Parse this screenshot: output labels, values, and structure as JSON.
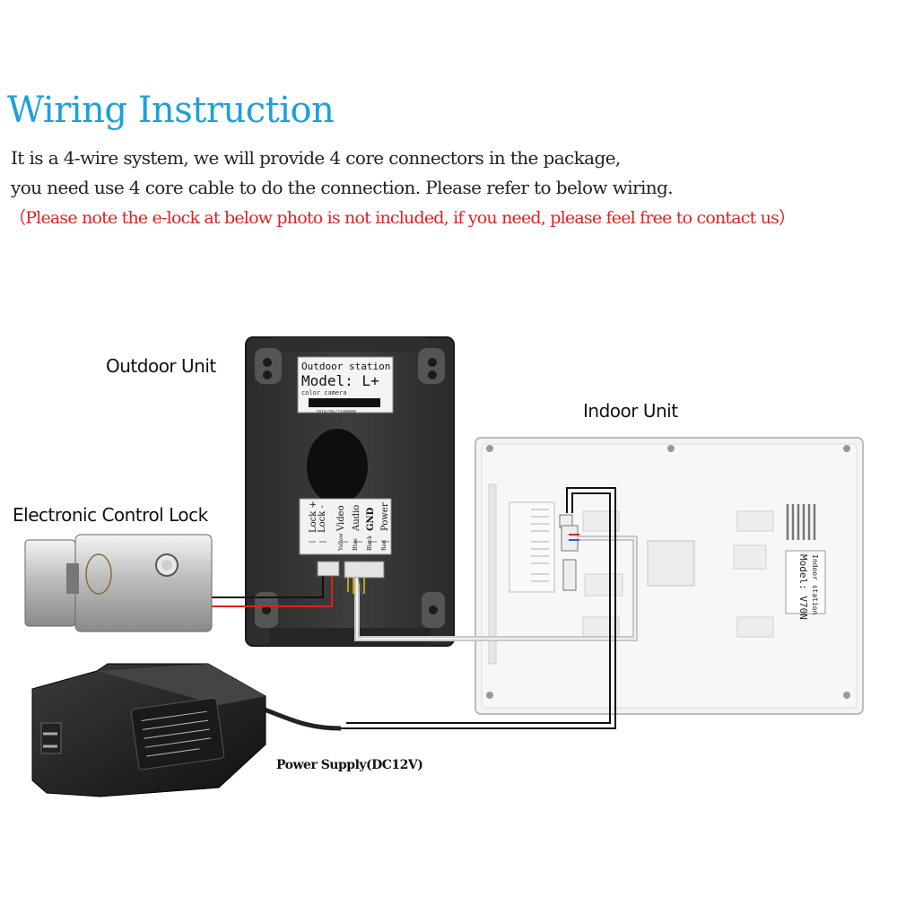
{
  "title": "Wiring Instruction",
  "intro_line1": "It is a 4-wire system, we will provide 4 core connectors in the package,",
  "intro_line2": "you need use 4 core cable to do the connection. Please refer to below wiring.",
  "note": "（Please note the e-lock at below photo is not included, if you need, please feel free to contact us）",
  "labels": {
    "outdoor_unit": "Outdoor Unit",
    "indoor_unit": "Indoor Unit",
    "lock": "Electronic Control Lock",
    "power_supply": "Power Supply(DC12V)"
  },
  "outdoor_sticker": {
    "line1": "Outdoor station",
    "line2": "Model: L+",
    "line3": "color camera",
    "serial": "2018/09/2100806"
  },
  "outdoor_terminals": [
    "Lock +",
    "Lock -",
    "Video",
    "Audio",
    "GND",
    "Power"
  ],
  "outdoor_wire_colors": [
    "Yellow",
    "Blue",
    "Black",
    "Red"
  ],
  "indoor_sticker": {
    "line1": "Indoor station",
    "line2": "Model: V70N"
  },
  "colors": {
    "title": "#1da0dc",
    "note": "#e02020",
    "wire_red": "#e02020",
    "wire_black": "#111111",
    "cable": "#c8c8c8"
  }
}
